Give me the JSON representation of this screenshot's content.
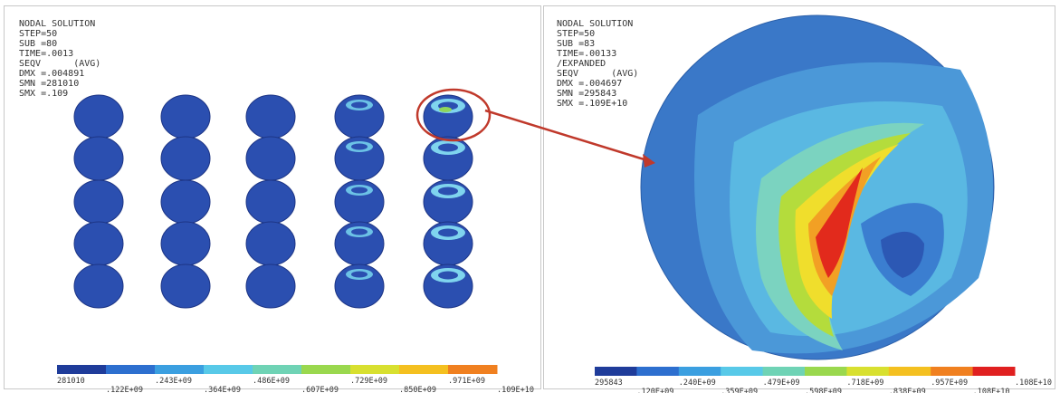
{
  "left": {
    "title": "NODAL SOLUTION",
    "lines": [
      "STEP=50",
      "SUB =80",
      "TIME=.0013",
      "SEQV      (AVG)",
      "DMX =.004891",
      "SMN =281010",
      "SMX =.109"
    ],
    "colorbar_top": [
      "281010",
      ".243E+09",
      ".486E+09",
      ".729E+09",
      ".971E+09"
    ],
    "colorbar_bottom": [
      ".122E+09",
      ".364E+09",
      ".607E+09",
      ".850E+09",
      ".109E+10"
    ]
  },
  "right": {
    "title": "NODAL SOLUTION",
    "lines": [
      "STEP=50",
      "SUB =83",
      "TIME=.00133",
      "/EXPANDED",
      "SEQV      (AVG)",
      "DMX =.004697",
      "SMN =295843",
      "SMX =.109E+10"
    ],
    "colorbar_top": [
      "295843",
      ".240E+09",
      ".479E+09",
      ".718E+09",
      ".957E+09",
      ".108E+10"
    ],
    "colorbar_bottom": [
      ".120E+09",
      ".359E+09",
      ".598E+09",
      ".838E+09",
      ".108E+10"
    ]
  },
  "legend_colors": [
    "#1f3c9a",
    "#2d6fcf",
    "#3b9fe0",
    "#58c9e8",
    "#6fd3b5",
    "#9ad84e",
    "#d8e030",
    "#f4c020",
    "#f08020",
    "#e02020"
  ],
  "highlight_color": "#c0392b"
}
